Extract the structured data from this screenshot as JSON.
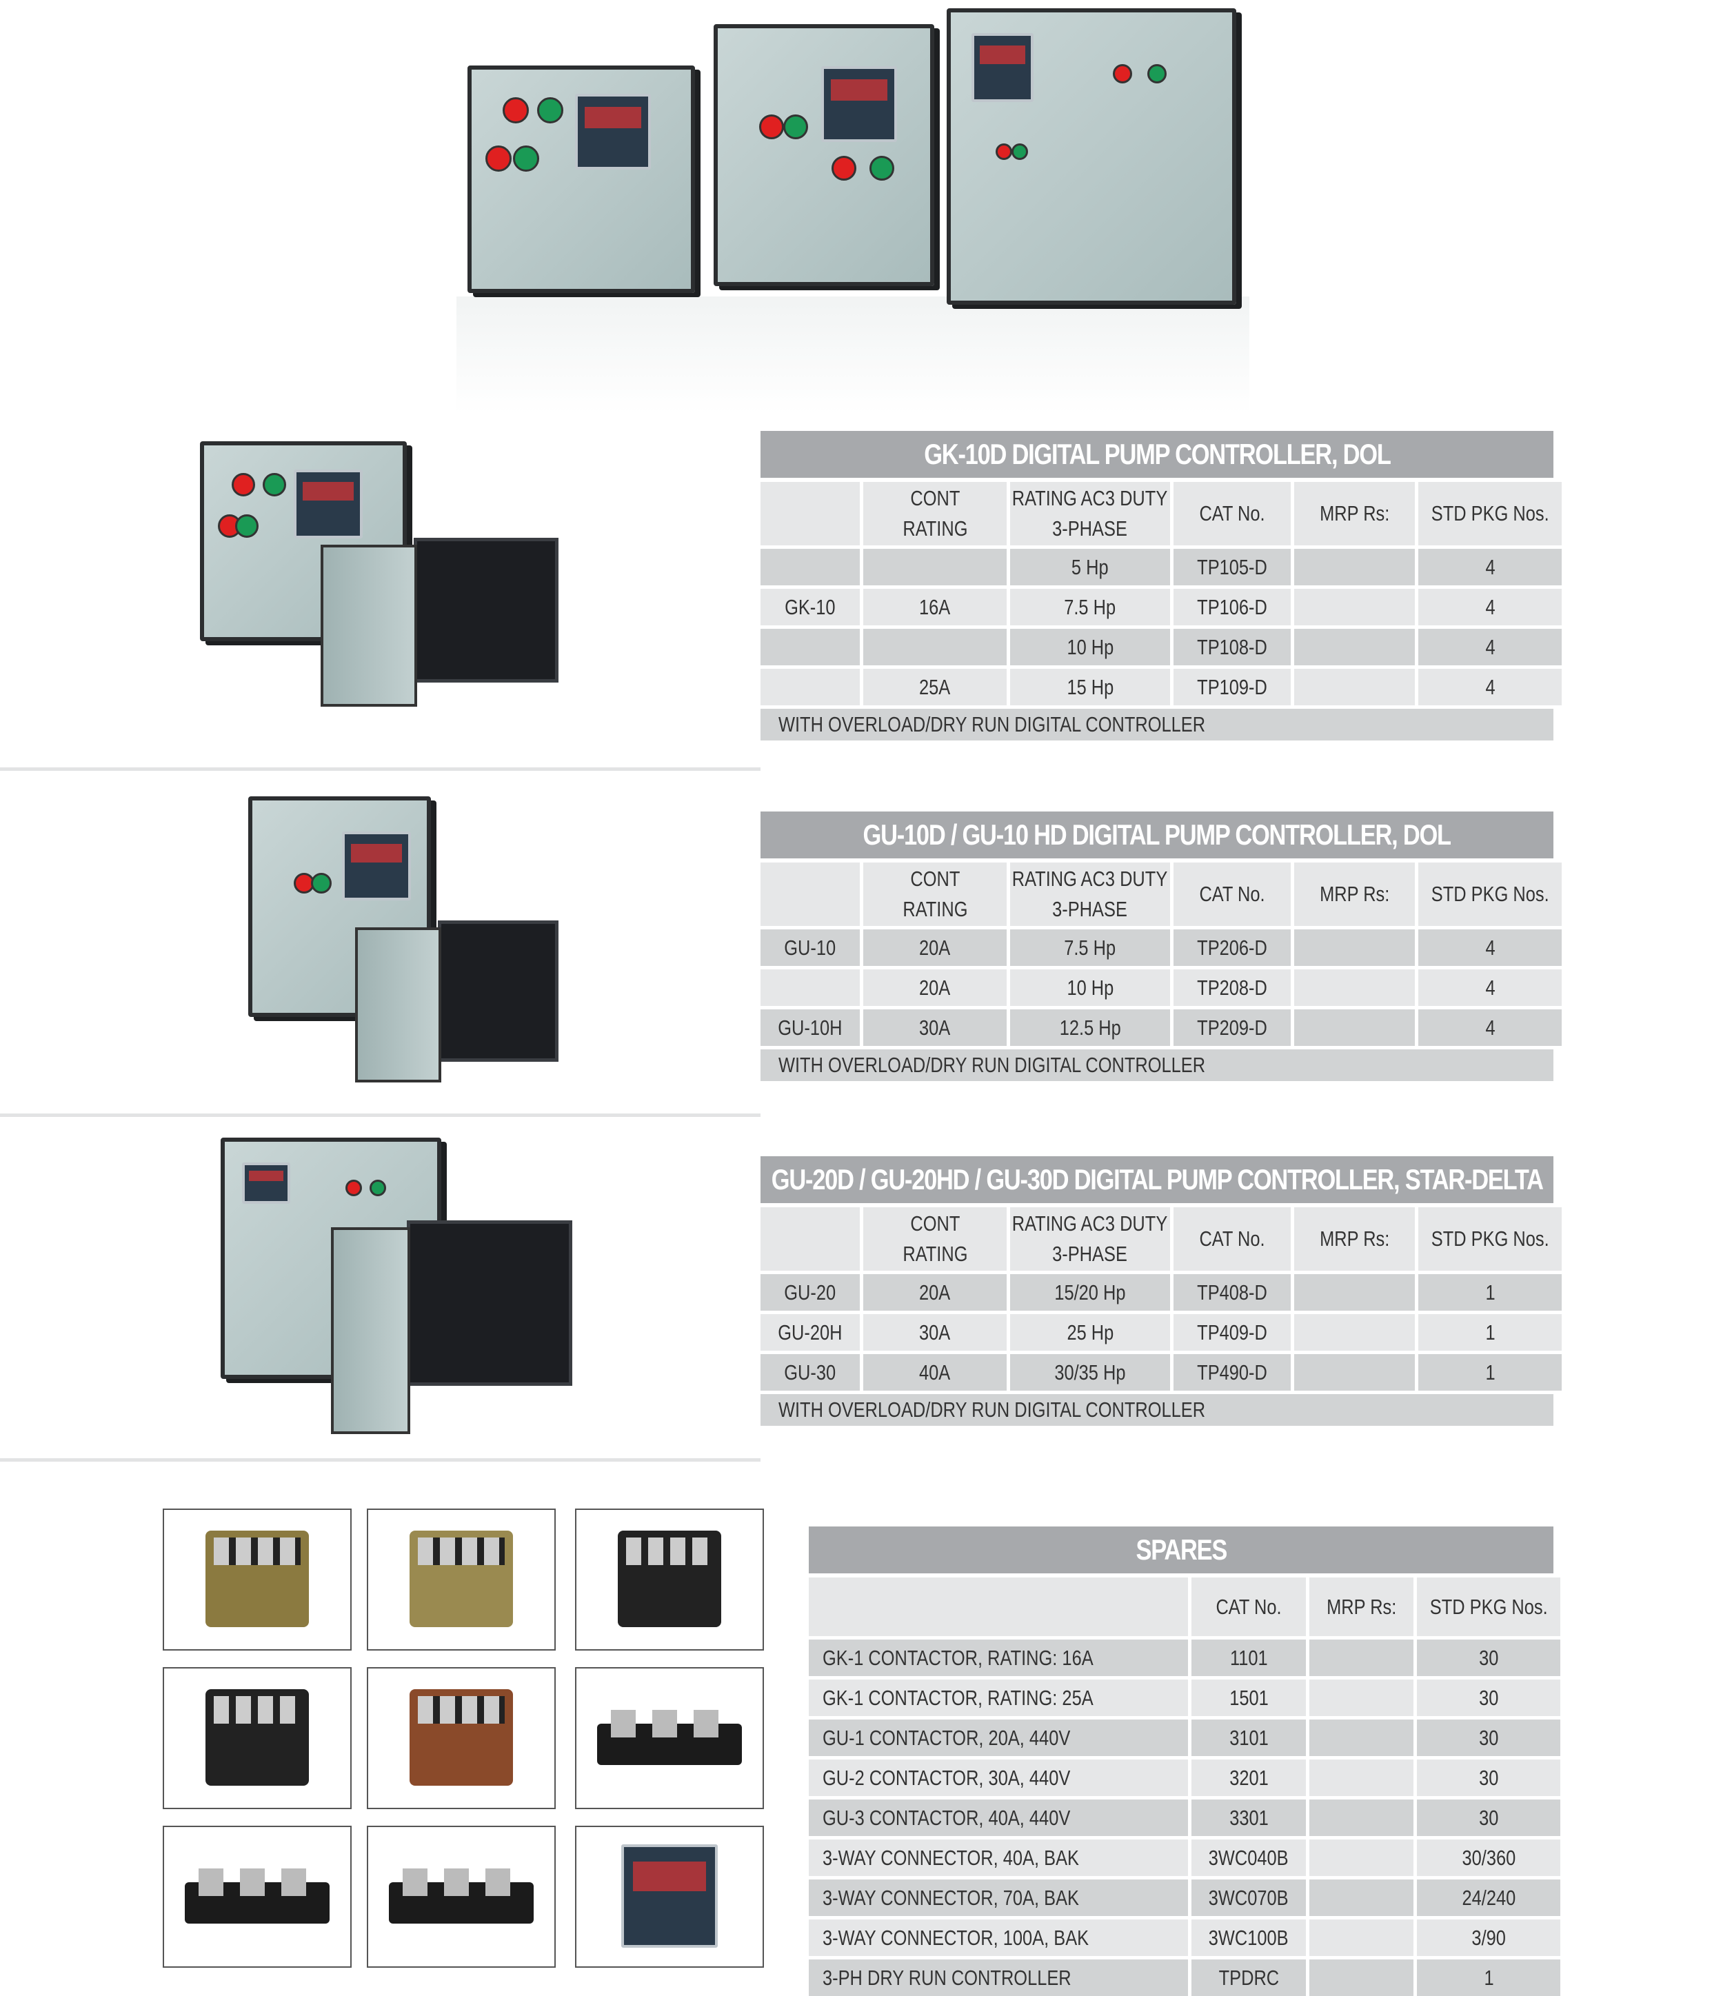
{
  "tables": [
    {
      "title": "GK-10D DIGITAL PUMP CONTROLLER, DOL",
      "headers": [
        "",
        "CONT\nRATING",
        "RATING AC3 DUTY\n3-PHASE",
        "CAT No.",
        "MRP Rs:",
        "STD PKG Nos."
      ],
      "rows": [
        [
          "",
          "",
          "5 Hp",
          "TP105-D",
          "",
          "4"
        ],
        [
          "GK-10",
          "16A",
          "7.5 Hp",
          "TP106-D",
          "",
          "4"
        ],
        [
          "",
          "",
          "10 Hp",
          "TP108-D",
          "",
          "4"
        ],
        [
          "",
          "25A",
          "15 Hp",
          "TP109-D",
          "",
          "4"
        ]
      ],
      "footer": "WITH OVERLOAD/DRY RUN DIGITAL CONTROLLER"
    },
    {
      "title": "GU-10D / GU-10 HD DIGITAL PUMP CONTROLLER, DOL",
      "headers": [
        "",
        "CONT\nRATING",
        "RATING AC3 DUTY\n3-PHASE",
        "CAT No.",
        "MRP Rs:",
        "STD PKG Nos."
      ],
      "rows": [
        [
          "GU-10",
          "20A",
          "7.5 Hp",
          "TP206-D",
          "",
          "4"
        ],
        [
          "",
          "20A",
          "10 Hp",
          "TP208-D",
          "",
          "4"
        ],
        [
          "GU-10H",
          "30A",
          "12.5 Hp",
          "TP209-D",
          "",
          "4"
        ]
      ],
      "footer": "WITH OVERLOAD/DRY RUN DIGITAL CONTROLLER"
    },
    {
      "title": "GU-20D / GU-20HD / GU-30D DIGITAL PUMP CONTROLLER, STAR-DELTA",
      "headers": [
        "",
        "CONT\nRATING",
        "RATING AC3 DUTY\n3-PHASE",
        "CAT No.",
        "MRP Rs:",
        "STD PKG Nos."
      ],
      "rows": [
        [
          "GU-20",
          "20A",
          "15/20 Hp",
          "TP408-D",
          "",
          "1"
        ],
        [
          "GU-20H",
          "30A",
          "25 Hp",
          "TP409-D",
          "",
          "1"
        ],
        [
          "GU-30",
          "40A",
          "30/35 Hp",
          "TP490-D",
          "",
          "1"
        ]
      ],
      "footer": "WITH OVERLOAD/DRY RUN DIGITAL CONTROLLER"
    }
  ],
  "spares": {
    "title": "SPARES",
    "headers": [
      "",
      "CAT No.",
      "MRP Rs:",
      "STD PKG Nos."
    ],
    "rows": [
      [
        "GK-1 CONTACTOR, RATING: 16A",
        "1101",
        "",
        "30"
      ],
      [
        "GK-1 CONTACTOR, RATING: 25A",
        "1501",
        "",
        "30"
      ],
      [
        "GU-1 CONTACTOR, 20A, 440V",
        "3101",
        "",
        "30"
      ],
      [
        "GU-2 CONTACTOR, 30A, 440V",
        "3201",
        "",
        "30"
      ],
      [
        "GU-3 CONTACTOR, 40A, 440V",
        "3301",
        "",
        "30"
      ],
      [
        "3-WAY CONNECTOR, 40A, BAK",
        "3WC040B",
        "",
        "30/360"
      ],
      [
        "3-WAY CONNECTOR, 70A, BAK",
        "3WC070B",
        "",
        "24/240"
      ],
      [
        "3-WAY CONNECTOR, 100A, BAK",
        "3WC100B",
        "",
        "3/90"
      ],
      [
        "3-PH DRY RUN CONTROLLER",
        "TPDRC",
        "",
        "1"
      ]
    ]
  },
  "colors": {
    "header": "#a7a9ac",
    "row_dark": "#d1d3d4",
    "row_light": "#e6e7e8",
    "text": "#333333"
  }
}
